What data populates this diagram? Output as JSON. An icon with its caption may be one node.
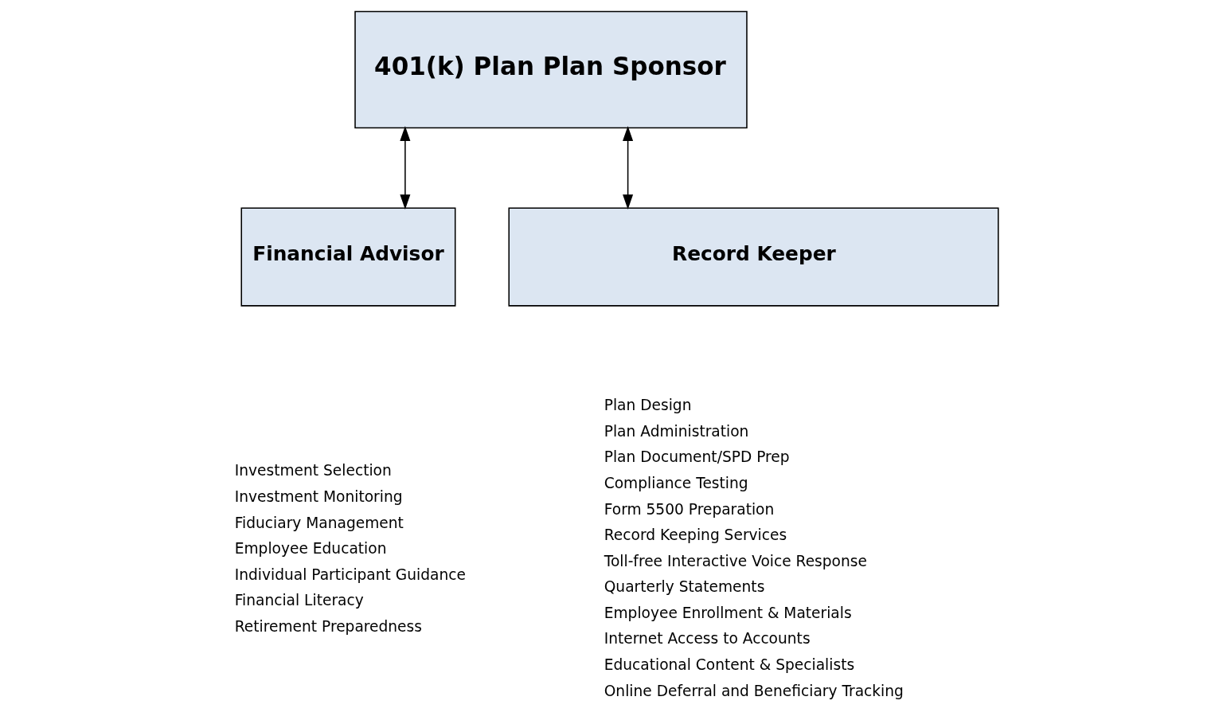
{
  "diagram": {
    "nodes": [
      {
        "text": [
          "401(k) Plan Plan Sponsor"
        ]
      },
      {
        "text": [
          "Financial Advisor"
        ],
        "beside": [
          "Investment Selection",
          "Investment Monitoring",
          "Fiduciary Management",
          "Employee Education",
          "Individual Participant Guidance",
          "Financial Literacy",
          "Retirement Preparedness"
        ]
      },
      {
        "text": [
          "Record Keeper"
        ],
        "beside": [
          "Plan Design",
          "Plan Administration",
          "Plan Document/SPD Prep",
          "Compliance Testing",
          "Form 5500 Preparation",
          "Record Keeping Services",
          "Toll-free Interactive Voice Response",
          "Quarterly Statements",
          "Employee Enrollment & Materials",
          "Internet Access to Accounts",
          "Educational Content & Specialists",
          "Online Deferral and Beneficiary Tracking"
        ]
      }
    ],
    "edges": [
      {
        "from": 0,
        "to": 1,
        "arrow": "both"
      },
      {
        "from": 0,
        "to": 2,
        "arrow": "both"
      }
    ]
  }
}
